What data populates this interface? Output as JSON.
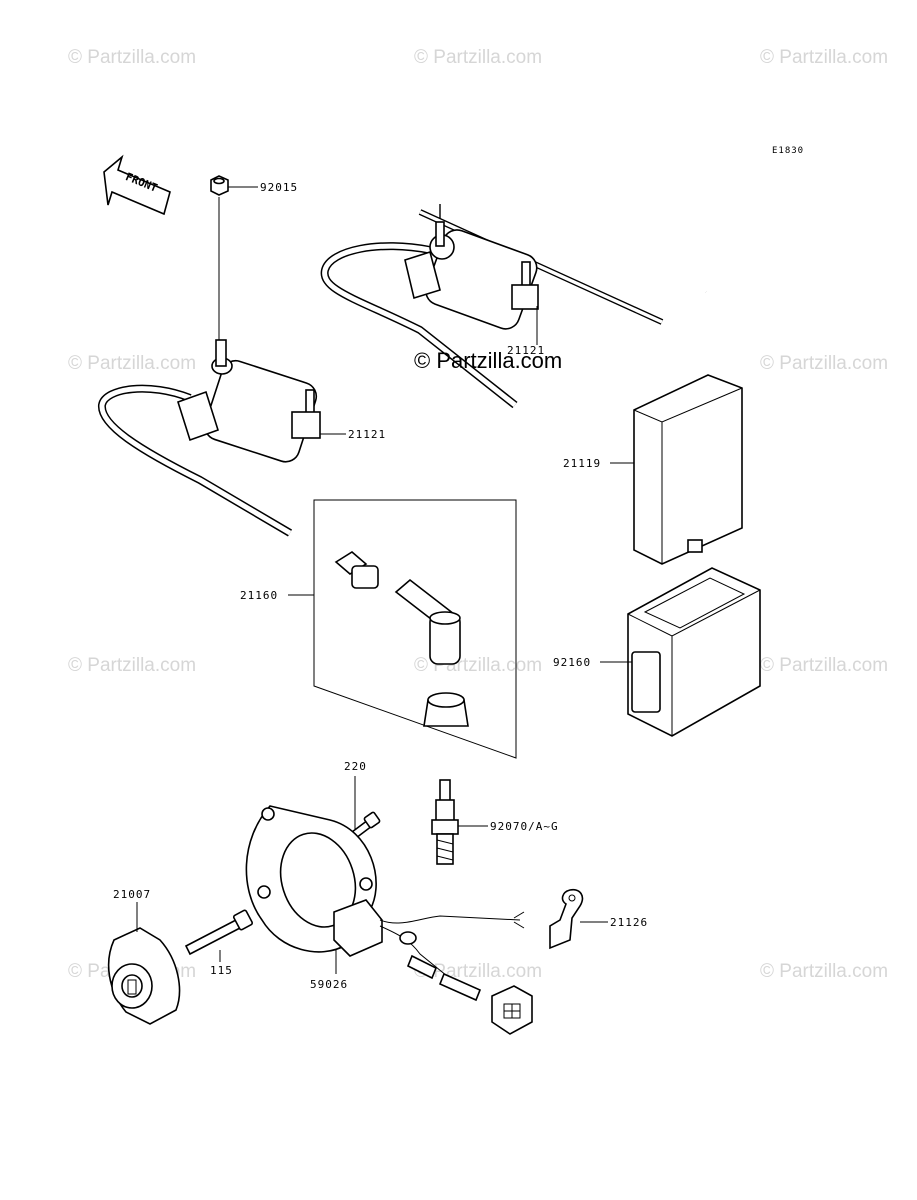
{
  "diagram": {
    "code": "E1830",
    "front_label": "FRONT",
    "watermark": "© Partzilla.com",
    "center_watermark": "© Partzilla.com",
    "parts": {
      "p92015": "92015",
      "p21121a": "21121",
      "p21121b": "21121",
      "p21119": "21119",
      "p21160": "21160",
      "p92160": "92160",
      "p220": "220",
      "p92070": "92070/A~G",
      "p21007": "21007",
      "p115": "115",
      "p59026": "59026",
      "p21126": "21126"
    }
  }
}
